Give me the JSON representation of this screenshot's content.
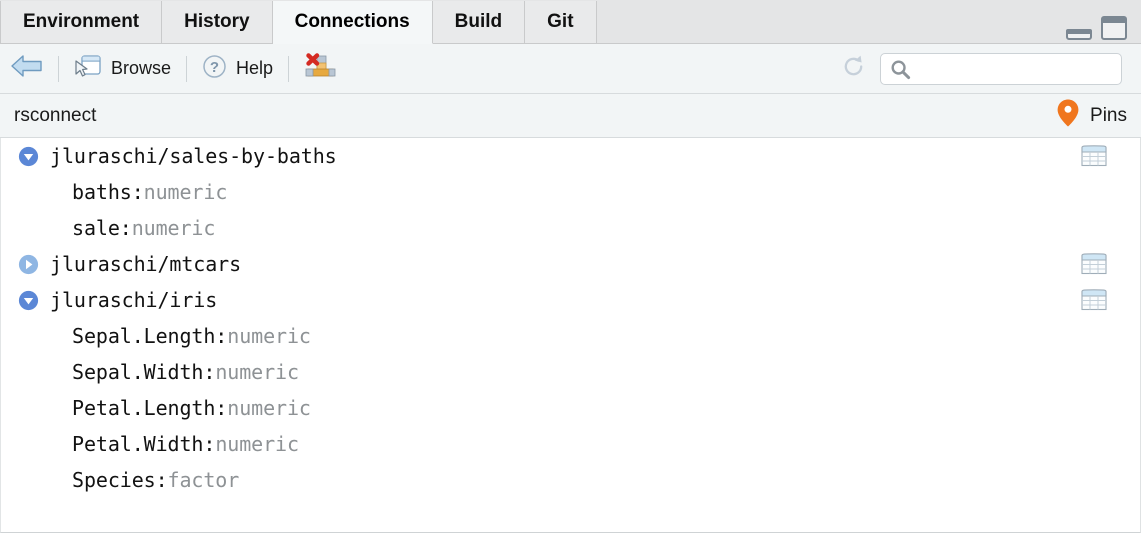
{
  "window": {
    "minimize_icon": "minimize-icon",
    "maximize_icon": "maximize-icon"
  },
  "tabs": [
    {
      "label": "Environment",
      "active": false
    },
    {
      "label": "History",
      "active": false
    },
    {
      "label": "Connections",
      "active": true
    },
    {
      "label": "Build",
      "active": false
    },
    {
      "label": "Git",
      "active": false
    }
  ],
  "toolbar": {
    "back_icon": "back-arrow-icon",
    "browse_label": "Browse",
    "browse_icon": "browse-window-icon",
    "help_label": "Help",
    "help_icon": "question-circle-icon",
    "disconnect_icon": "disconnect-icon",
    "refresh_icon": "refresh-icon"
  },
  "search": {
    "value": "",
    "placeholder": "",
    "icon": "search-icon"
  },
  "section": {
    "title": "rsconnect",
    "pins_label": "Pins",
    "pins_icon": "map-pin-icon"
  },
  "colors": {
    "accent_blue": "#5b87d6",
    "accent_blue_light": "#8fb6e3",
    "pins_orange": "#f0761e",
    "type_gray": "#8e9295",
    "tab_active_bg": "#f4f7f8",
    "toolbar_bg": "#f2f5f6"
  },
  "tree": [
    {
      "name": "jluraschi/sales-by-baths",
      "expanded": true,
      "toggle_icon": "chevron-down-circle-icon",
      "table_icon": "table-icon",
      "fields": [
        {
          "name": "baths",
          "separator": ":",
          "type": "numeric"
        },
        {
          "name": "sale",
          "separator": ":",
          "type": "numeric"
        }
      ]
    },
    {
      "name": "jluraschi/mtcars",
      "expanded": false,
      "toggle_icon": "chevron-right-circle-icon",
      "table_icon": "table-icon",
      "fields": []
    },
    {
      "name": "jluraschi/iris",
      "expanded": true,
      "toggle_icon": "chevron-down-circle-icon",
      "table_icon": "table-icon",
      "fields": [
        {
          "name": "Sepal.Length",
          "separator": ":",
          "type": "numeric"
        },
        {
          "name": "Sepal.Width",
          "separator": ":",
          "type": "numeric"
        },
        {
          "name": "Petal.Length",
          "separator": ":",
          "type": "numeric"
        },
        {
          "name": "Petal.Width",
          "separator": ":",
          "type": "numeric"
        },
        {
          "name": "Species",
          "separator": ":",
          "type": "factor"
        }
      ]
    }
  ]
}
